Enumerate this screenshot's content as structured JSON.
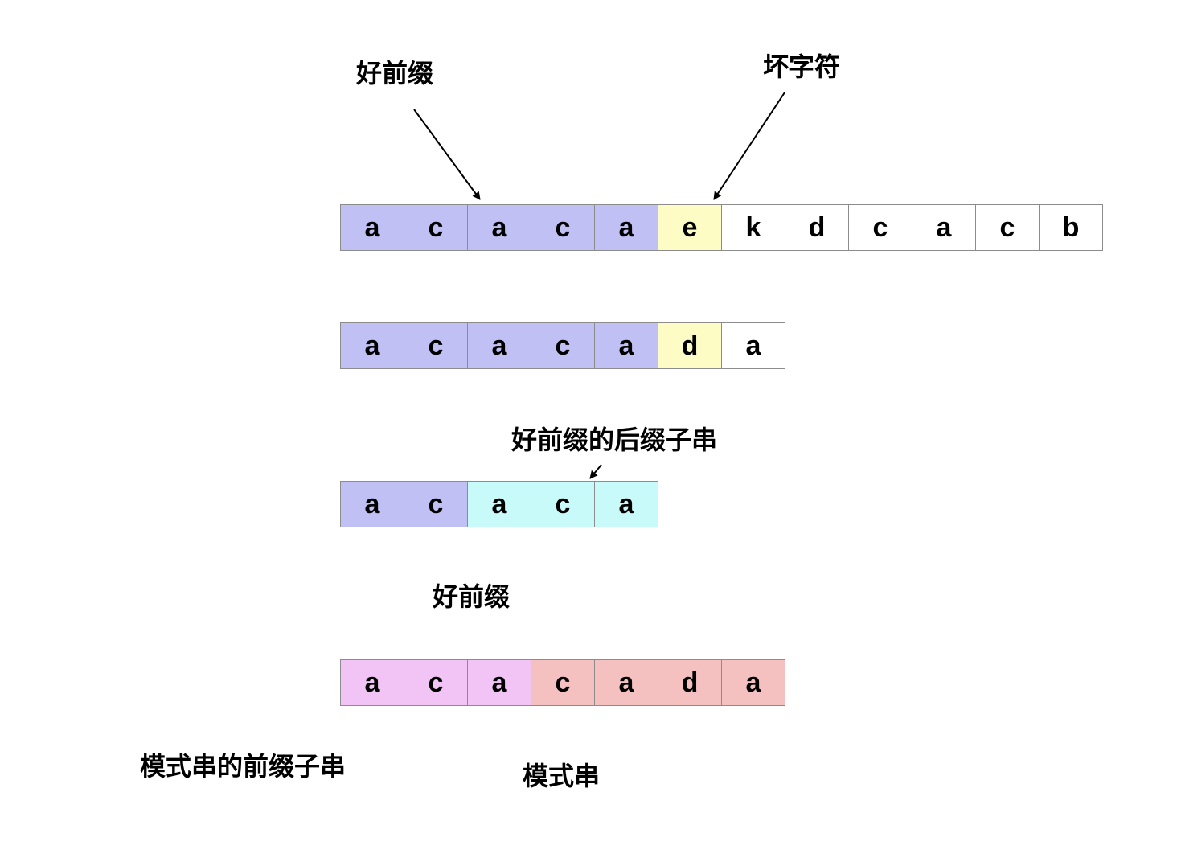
{
  "labels": {
    "good_prefix_top": "好前缀",
    "bad_char": "坏字符",
    "suffix_of_good_prefix": "好前缀的后缀子串",
    "good_prefix_mid": "好前缀",
    "pattern_prefix": "模式串的前缀子串",
    "pattern": "模式串"
  },
  "rows": [
    {
      "name": "main-string",
      "cells": [
        {
          "ch": "a",
          "color": "#c0c0f5"
        },
        {
          "ch": "c",
          "color": "#c0c0f5"
        },
        {
          "ch": "a",
          "color": "#c0c0f5"
        },
        {
          "ch": "c",
          "color": "#c0c0f5"
        },
        {
          "ch": "a",
          "color": "#c0c0f5"
        },
        {
          "ch": "e",
          "color": "#fdfcc5"
        },
        {
          "ch": "k",
          "color": "#ffffff"
        },
        {
          "ch": "d",
          "color": "#ffffff"
        },
        {
          "ch": "c",
          "color": "#ffffff"
        },
        {
          "ch": "a",
          "color": "#ffffff"
        },
        {
          "ch": "c",
          "color": "#ffffff"
        },
        {
          "ch": "b",
          "color": "#ffffff"
        }
      ]
    },
    {
      "name": "pattern-aligned",
      "cells": [
        {
          "ch": "a",
          "color": "#c0c0f5"
        },
        {
          "ch": "c",
          "color": "#c0c0f5"
        },
        {
          "ch": "a",
          "color": "#c0c0f5"
        },
        {
          "ch": "c",
          "color": "#c0c0f5"
        },
        {
          "ch": "a",
          "color": "#c0c0f5"
        },
        {
          "ch": "d",
          "color": "#fdfcc5"
        },
        {
          "ch": "a",
          "color": "#ffffff"
        }
      ]
    },
    {
      "name": "good-prefix",
      "cells": [
        {
          "ch": "a",
          "color": "#c0c0f5"
        },
        {
          "ch": "c",
          "color": "#c0c0f5"
        },
        {
          "ch": "a",
          "color": "#c8fafa"
        },
        {
          "ch": "c",
          "color": "#c8fafa"
        },
        {
          "ch": "a",
          "color": "#c8fafa"
        }
      ]
    },
    {
      "name": "pattern-string",
      "cells": [
        {
          "ch": "a",
          "color": "#f2c4f6"
        },
        {
          "ch": "c",
          "color": "#f2c4f6"
        },
        {
          "ch": "a",
          "color": "#f2c4f6"
        },
        {
          "ch": "c",
          "color": "#f4c0c0"
        },
        {
          "ch": "a",
          "color": "#f4c0c0"
        },
        {
          "ch": "d",
          "color": "#f4c0c0"
        },
        {
          "ch": "a",
          "color": "#f4c0c0"
        }
      ]
    }
  ]
}
